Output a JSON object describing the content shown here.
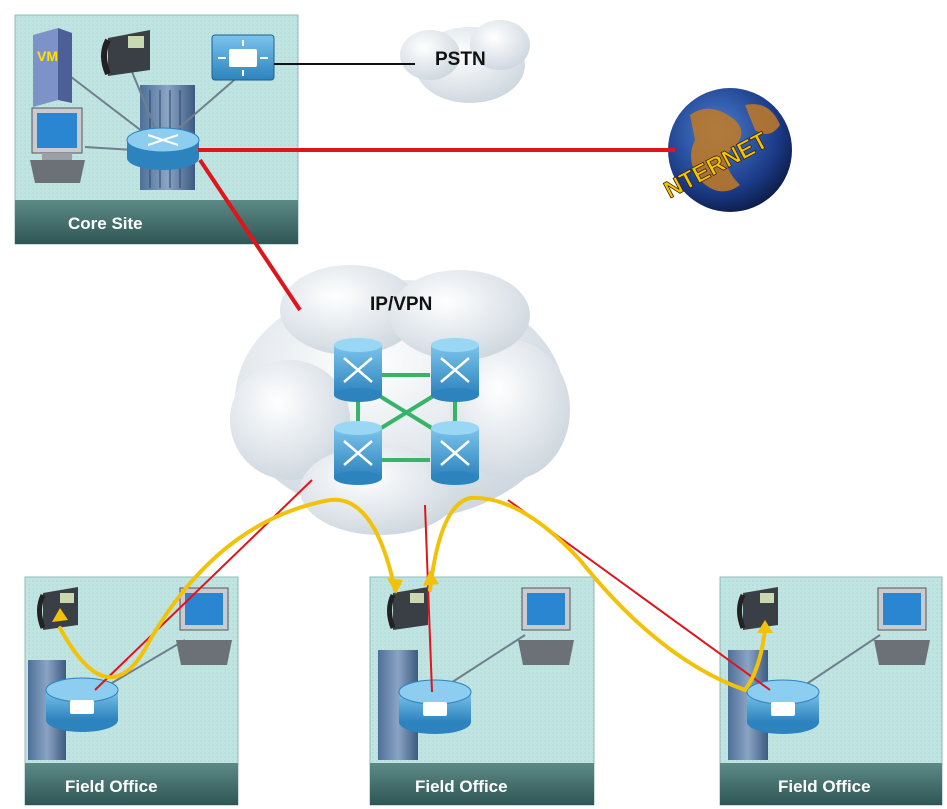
{
  "labels": {
    "pstn": "PSTN",
    "internet": "NTERNET",
    "ip_vpn": "IP/VPN",
    "core_site": "Core Site",
    "vm": "VM",
    "field_office_left": "Field Office",
    "field_office_middle": "Field Office",
    "field_office_right": "Field Office"
  },
  "colors": {
    "site_panel": "#bfe4e1",
    "site_label_bar": "#3f6e6c",
    "wan_link": "#e0141b",
    "voice_path": "#f2c20a",
    "mesh_link": "#38b46a",
    "router_blue": "#3f9fd4",
    "cloud": "#e6ecf1"
  }
}
